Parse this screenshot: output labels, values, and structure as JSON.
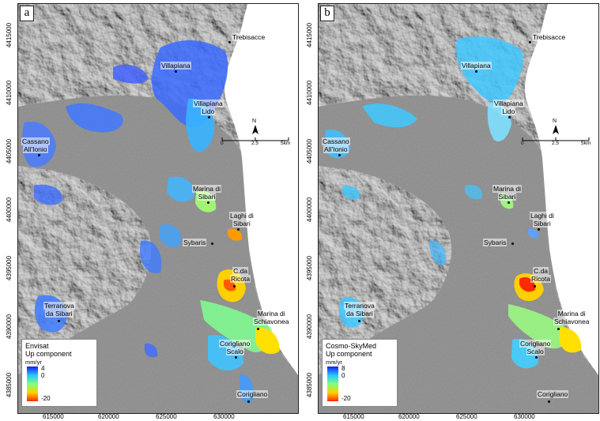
{
  "panels": [
    {
      "letter": "a",
      "legend": {
        "line1": "Envisat",
        "line2": "Up component",
        "unit": "mm/yr",
        "ticks": [
          "4",
          "0",
          "-20"
        ]
      }
    },
    {
      "letter": "b",
      "legend": {
        "line1": "Cosmo-SkyMed",
        "line2": "Up component",
        "unit": "mm/yr",
        "ticks": [
          "8",
          "0",
          "-20"
        ]
      }
    }
  ],
  "places": {
    "trebisacce": "Trebisacce",
    "villapiana": "Villapiana",
    "villapiana_lido_1": "Villapiana",
    "villapiana_lido_2": "Lido",
    "cassano_1": "Cassano",
    "cassano_2": "All'Ionio",
    "marina_sibari_1": "Marina di",
    "marina_sibari_2": "Sibari",
    "laghi_1": "Laghi di",
    "laghi_2": "Sibari",
    "sybaris": "Sybaris",
    "cda_1": "C.da",
    "cda_2": "Ricota",
    "terranova_1": "Terranova",
    "terranova_2": "da Sibari",
    "schiavonea_1": "Marina di",
    "schiavonea_2": "Schiavonea",
    "corigliano_scalo_1": "Corigliano",
    "corigliano_scalo_2": "Scalo",
    "corigliano": "Corigliano"
  },
  "scale": {
    "north": "N",
    "t0": "0",
    "t1": "2.5",
    "t2": "5km"
  },
  "y_ticks": [
    "4415000",
    "4410000",
    "4405000",
    "4400000",
    "4395000",
    "4390000",
    "4385000"
  ],
  "x_ticks": [
    "615000",
    "620000",
    "625000",
    "630000"
  ],
  "colors": {
    "sea": "#ffffff",
    "relief": "#7a7a7a",
    "plain": "#8c8c8c"
  }
}
